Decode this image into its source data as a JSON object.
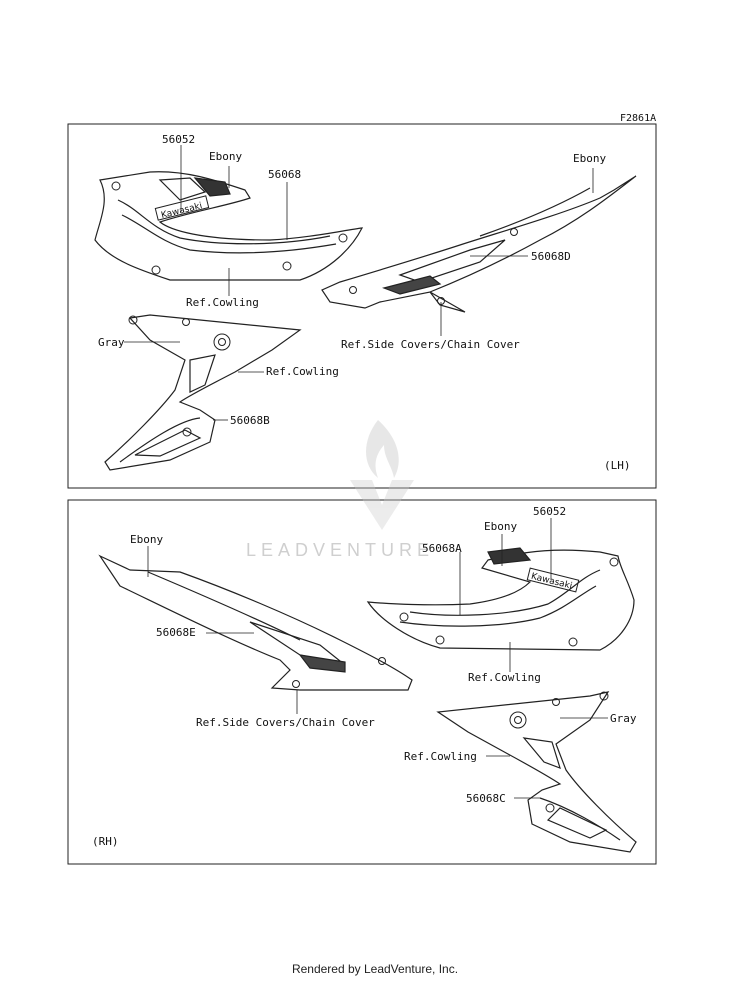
{
  "diagram_code": "F2861A",
  "watermark": "LEADVENTURE",
  "footer": "Rendered by LeadVenture, Inc.",
  "lh": {
    "side": "(LH)",
    "labels": {
      "p56052": "56052",
      "ebony_a": "Ebony",
      "p56068": "56068",
      "ref_cowling_a": "Ref.Cowling",
      "ebony_b": "Ebony",
      "p56068d": "56068D",
      "ref_side": "Ref.Side Covers/Chain Cover",
      "gray": "Gray",
      "ref_cowling_b": "Ref.Cowling",
      "p56068b": "56068B"
    }
  },
  "rh": {
    "side": "(RH)",
    "labels": {
      "ebony_a": "Ebony",
      "ebony_b": "Ebony",
      "p56052": "56052",
      "p56068a": "56068A",
      "p56068e": "56068E",
      "ref_cowling_a": "Ref.Cowling",
      "ref_side": "Ref.Side Covers/Chain Cover",
      "gray": "Gray",
      "ref_cowling_b": "Ref.Cowling",
      "p56068c": "56068C"
    }
  },
  "decal_text": "Kawasaki"
}
